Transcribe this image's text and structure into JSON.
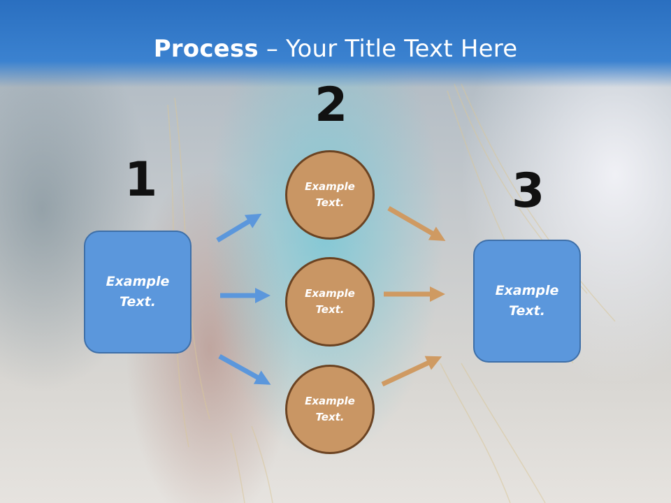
{
  "slide": {
    "title_bold": "Process",
    "title_rest": " – Your Title Text Here"
  },
  "steps": {
    "n1": "1",
    "n2": "2",
    "n3": "3"
  },
  "left_box": {
    "line1": "Example",
    "line2": "Text."
  },
  "right_box": {
    "line1": "Example",
    "line2": "Text."
  },
  "circles": [
    {
      "line1": "Example",
      "line2": "Text."
    },
    {
      "line1": "Example",
      "line2": "Text."
    },
    {
      "line1": "Example",
      "line2": "Text."
    }
  ],
  "colors": {
    "header": "#3b82d0",
    "box_fill": "#5b97dc",
    "circle_fill": "#c99664",
    "blue_arrow": "#5b97dc",
    "orange_arrow": "#cf9a62"
  }
}
